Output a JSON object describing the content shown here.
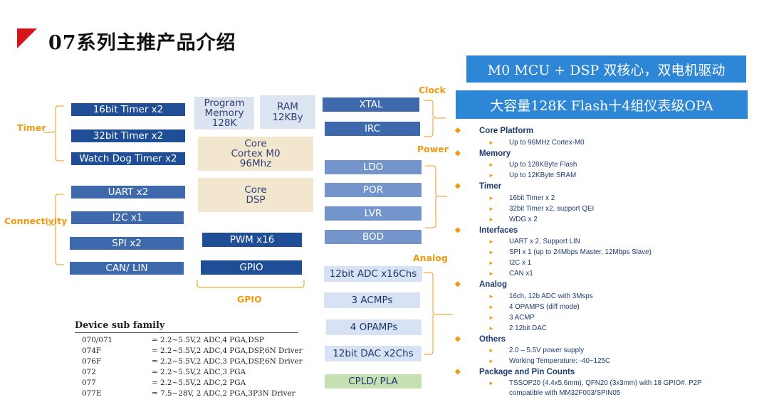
{
  "title": "07系列主推产品介绍",
  "banners": {
    "b1": "M0 MCU + DSP 双核心，双电机驱动",
    "b2": "大容量128K Flash十4组仪表级OPA"
  },
  "categories": {
    "timer": "Timer",
    "connectivity": "Connectivity",
    "clock": "Clock",
    "power": "Power",
    "analog": "Analog",
    "gpio": "GPIO"
  },
  "blocks": {
    "timer16": "16bit Timer x2",
    "timer32": "32bit Timer x2",
    "wdt": "Watch Dog Timer x2",
    "uart": "UART x2",
    "i2c": "I2C x1",
    "spi": "SPI x2",
    "can": "CAN/ LIN",
    "program_memory": "Program\nMemory\n128K",
    "ram": "RAM\n12KBy",
    "core_m0": "Core\nCortex M0\n96Mhz",
    "core_dsp": "Core\nDSP",
    "pwm": "PWM x16",
    "gpio": "GPIO",
    "xtal": "XTAL",
    "irc": "IRC",
    "ldo": "LDO",
    "por": "POR",
    "lvr": "LVR",
    "bod": "BOD",
    "adc": "12bit ADC x16Chs",
    "acmp": "3 ACMPs",
    "opamp": "4 OPAMPs",
    "dac": "12bit DAC x2Chs",
    "cpld": "CPLD/ PLA"
  },
  "specs": [
    {
      "heading": "Core Platform",
      "items": [
        "Up to 96MHz Cortex-M0"
      ]
    },
    {
      "heading": "Memory",
      "items": [
        "Up to 128KByte Flash",
        "Up to 12KByte SRAM"
      ]
    },
    {
      "heading": "Timer",
      "items": [
        "16bit Timer x 2",
        "32bit Timer x2, support QEI",
        "WDG x 2"
      ]
    },
    {
      "heading": "Interfaces",
      "items": [
        "UART x 2, Support LIN",
        "SPI x 1 (up to 24Mbps Master, 12Mbps Slave)",
        "I2C x 1",
        "CAN x1"
      ]
    },
    {
      "heading": "Analog",
      "items": [
        "16ch, 12b ADC with 3Msps",
        "4 OPAMPS (diff mode)",
        "3 ACMP",
        "2 12bit DAC"
      ]
    },
    {
      "heading": "Others",
      "items": [
        "2.0 – 5.5V power supply",
        "Working Temperature: -40~125C"
      ]
    },
    {
      "heading": "Package and Pin Counts",
      "items": [
        "TSSOP20 (4.4x5.6mm), QFN20 (3x3mm) with 18 GPIO#. P2P\ncompatible with MM32F003/SPIN05"
      ]
    }
  ],
  "device_sub_family": {
    "title": "Device sub family",
    "rows": [
      {
        "code": "070/071",
        "desc": "= 2.2~5.5V,2 ADC,4 PGA,DSP"
      },
      {
        "code": "074F",
        "desc": "= 2.2~5.5V,2 ADC,4 PGA,DSP,6N Driver"
      },
      {
        "code": "076F",
        "desc": "= 2.2~5.5V,2 ADC,3 PGA,DSP,6N Driver"
      },
      {
        "code": "072",
        "desc": "= 2.2~5.5V,2 ADC,3 PGA"
      },
      {
        "code": "077",
        "desc": "= 2.2~5.5V,2 ADC,2 PGA"
      },
      {
        "code": "077E",
        "desc": "= 7.5~28V, 2 ADC,2 PGA,3P3N Driver"
      }
    ]
  },
  "colors": {
    "accent_orange": "#ED9A10",
    "title_marker_red": "#D7141A",
    "banner_blue": "#2E86D6",
    "navy_block": "#1F4E96",
    "light_block": "#7395CB",
    "spec_text": "#1F3B72"
  },
  "icons": {
    "title_marker": "red-triangle-icon",
    "spec_bullet": "orange-diamond-icon",
    "spec_item_bullet": "orange-arrow-icon"
  }
}
